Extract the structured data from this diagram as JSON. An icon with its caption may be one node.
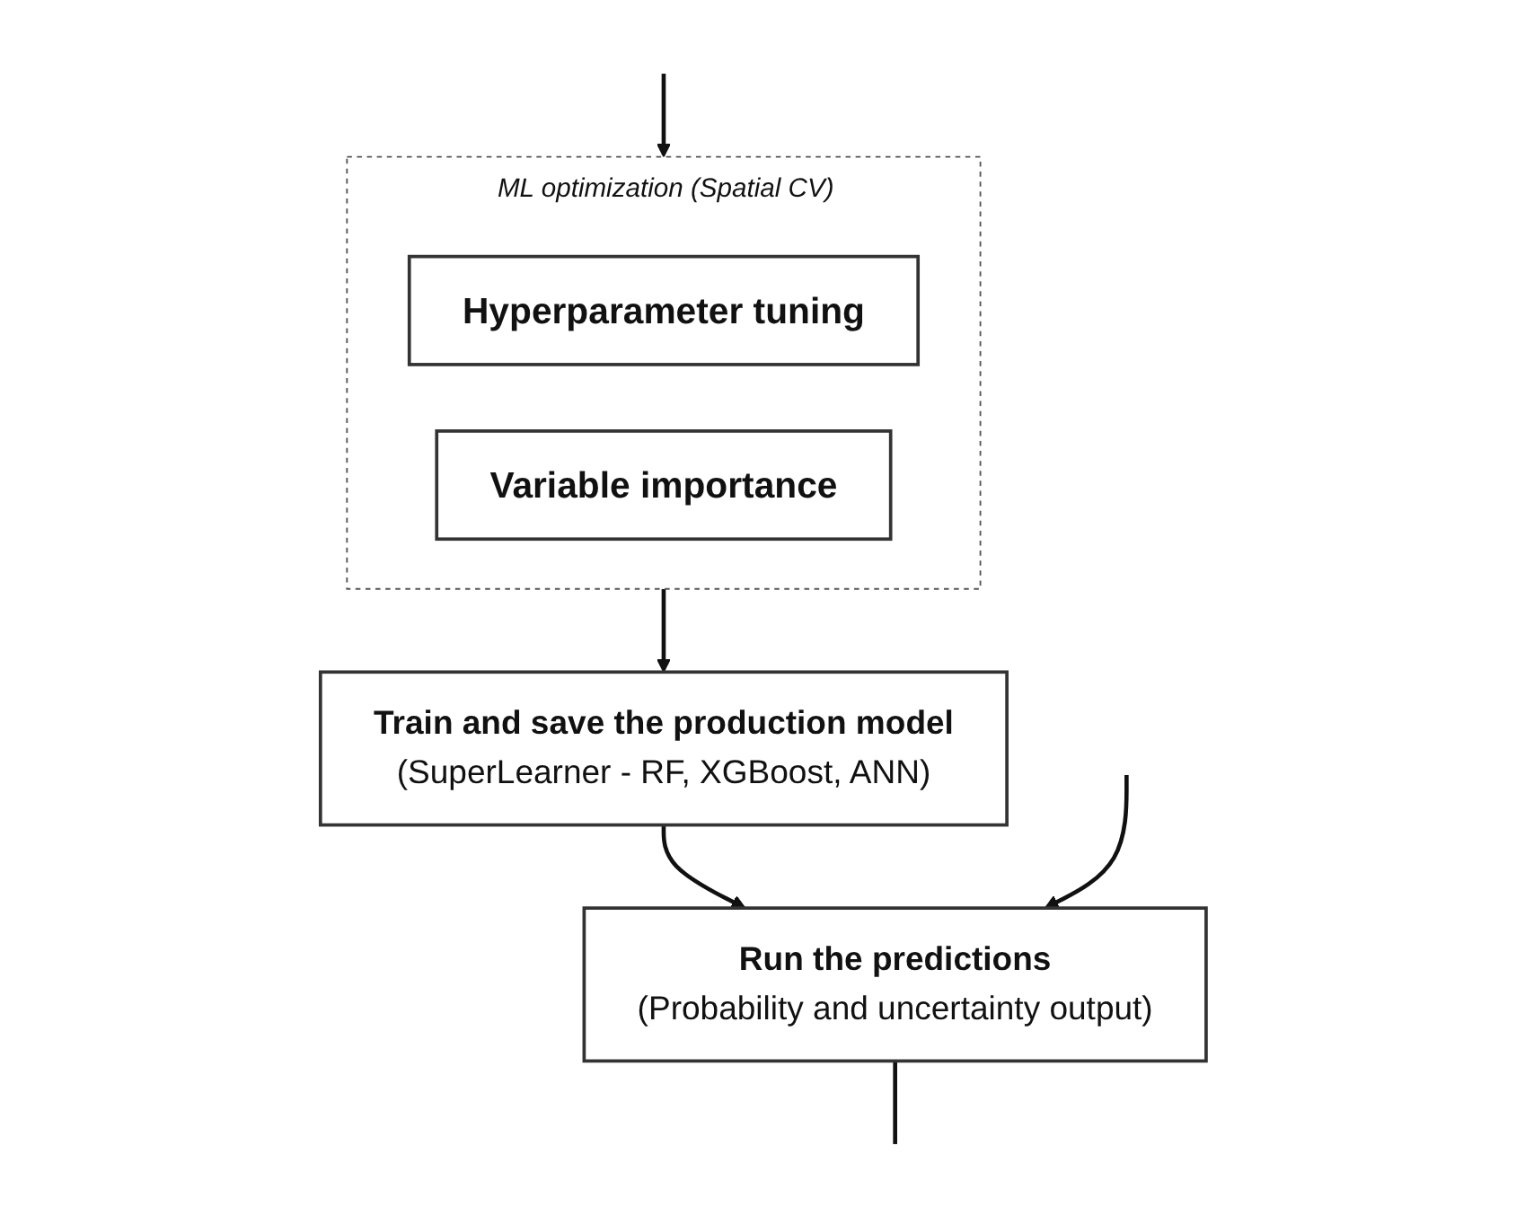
{
  "diagram": {
    "nodes": [
      {
        "text": [
          "ML optimization (Spatial CV)"
        ]
      },
      {
        "text": [
          "Hyperparameter tuning"
        ],
        "in": 0
      },
      {
        "text": [
          "Variable importance"
        ],
        "in": 0
      },
      {
        "text": [
          "Train and save the production model",
          "(SuperLearner - RF, XGBoost, ANN)"
        ]
      },
      {
        "text": [
          "Run the predictions",
          "(Probability and uncertainty output)"
        ]
      }
    ],
    "edges": [
      {
        "from": null,
        "to": 0,
        "arrow": "to"
      },
      {
        "from": 0,
        "to": 3,
        "arrow": "to"
      },
      {
        "from": 3,
        "to": 4,
        "arrow": "to"
      },
      {
        "from": null,
        "to": 4,
        "arrow": "to"
      },
      {
        "from": 4,
        "to": null,
        "arrow": "none"
      }
    ]
  }
}
